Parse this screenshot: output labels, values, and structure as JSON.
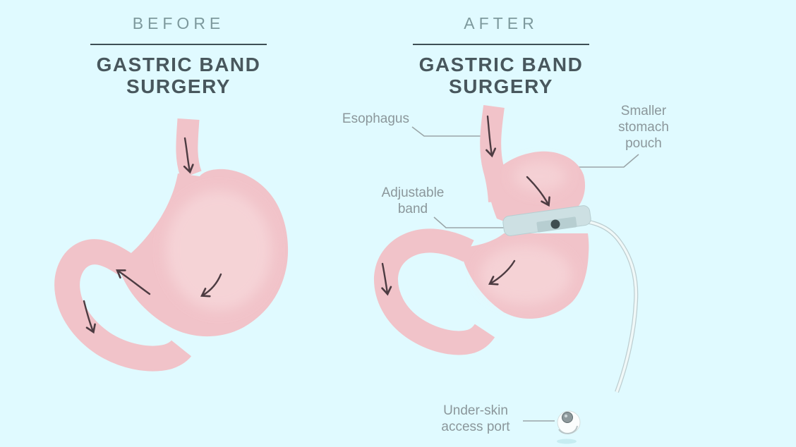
{
  "figure": {
    "panels": [
      {
        "stage": "BEFORE",
        "title_line1": "GASTRIC BAND",
        "title_line2": "SURGERY"
      },
      {
        "stage": "AFTER",
        "title_line1": "GASTRIC BAND",
        "title_line2": "SURGERY"
      }
    ],
    "labels": {
      "esophagus": "Esophagus",
      "pouch_line1": "Smaller",
      "pouch_line2": "stomach",
      "pouch_line3": "pouch",
      "band_line1": "Adjustable",
      "band_line2": "band",
      "port_line1": "Under-skin",
      "port_line2": "access port"
    },
    "colors": {
      "background": "#e0faff",
      "heading": "#7d999d",
      "title": "#48575d",
      "rule": "#3e4f55",
      "label": "#8b979b",
      "leader": "#9aa5a8",
      "stomach": "#f1c3c9",
      "stomach_light": "#f8dcde",
      "band": "#cde0e3",
      "band_buckle": "#b7ced1",
      "band_dot": "#3f4d50",
      "arrow": "#4d3c42",
      "tube": "#f0f8f8",
      "tube_edge": "#bccdd0",
      "port": "#fbfdfd",
      "port_dot": "#8e999c",
      "port_shadow": "#c7ecf1"
    }
  }
}
